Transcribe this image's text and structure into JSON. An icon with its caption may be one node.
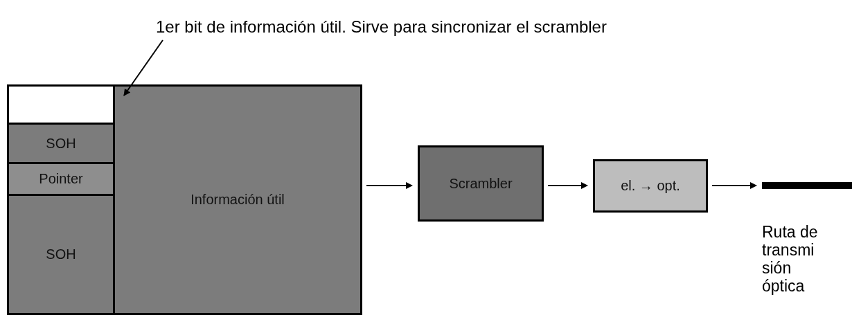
{
  "diagram": {
    "nodes": [
      {
        "text": [
          "1er bit de información útil. Sirve para sincronizar el scrambler"
        ]
      },
      {
        "text": [],
        "shape": "box"
      },
      {
        "text": [
          "SOH"
        ]
      },
      {
        "text": [
          "Pointer"
        ]
      },
      {
        "text": [
          "SOH"
        ]
      },
      {
        "text": [
          "Información útil"
        ]
      },
      {
        "text": [
          "Scrambler"
        ]
      },
      {
        "text": [
          "el. → opt."
        ]
      },
      {
        "text": [],
        "shape": "bar",
        "beside": [
          "Ruta de transmi sión óptica"
        ]
      }
    ],
    "edges": [
      {
        "from": 0,
        "to": 5,
        "arrow": "to"
      },
      {
        "from": 5,
        "to": 6,
        "arrow": "to"
      },
      {
        "from": 6,
        "to": 7,
        "arrow": "to"
      },
      {
        "from": 7,
        "to": 8,
        "arrow": "to"
      }
    ]
  }
}
